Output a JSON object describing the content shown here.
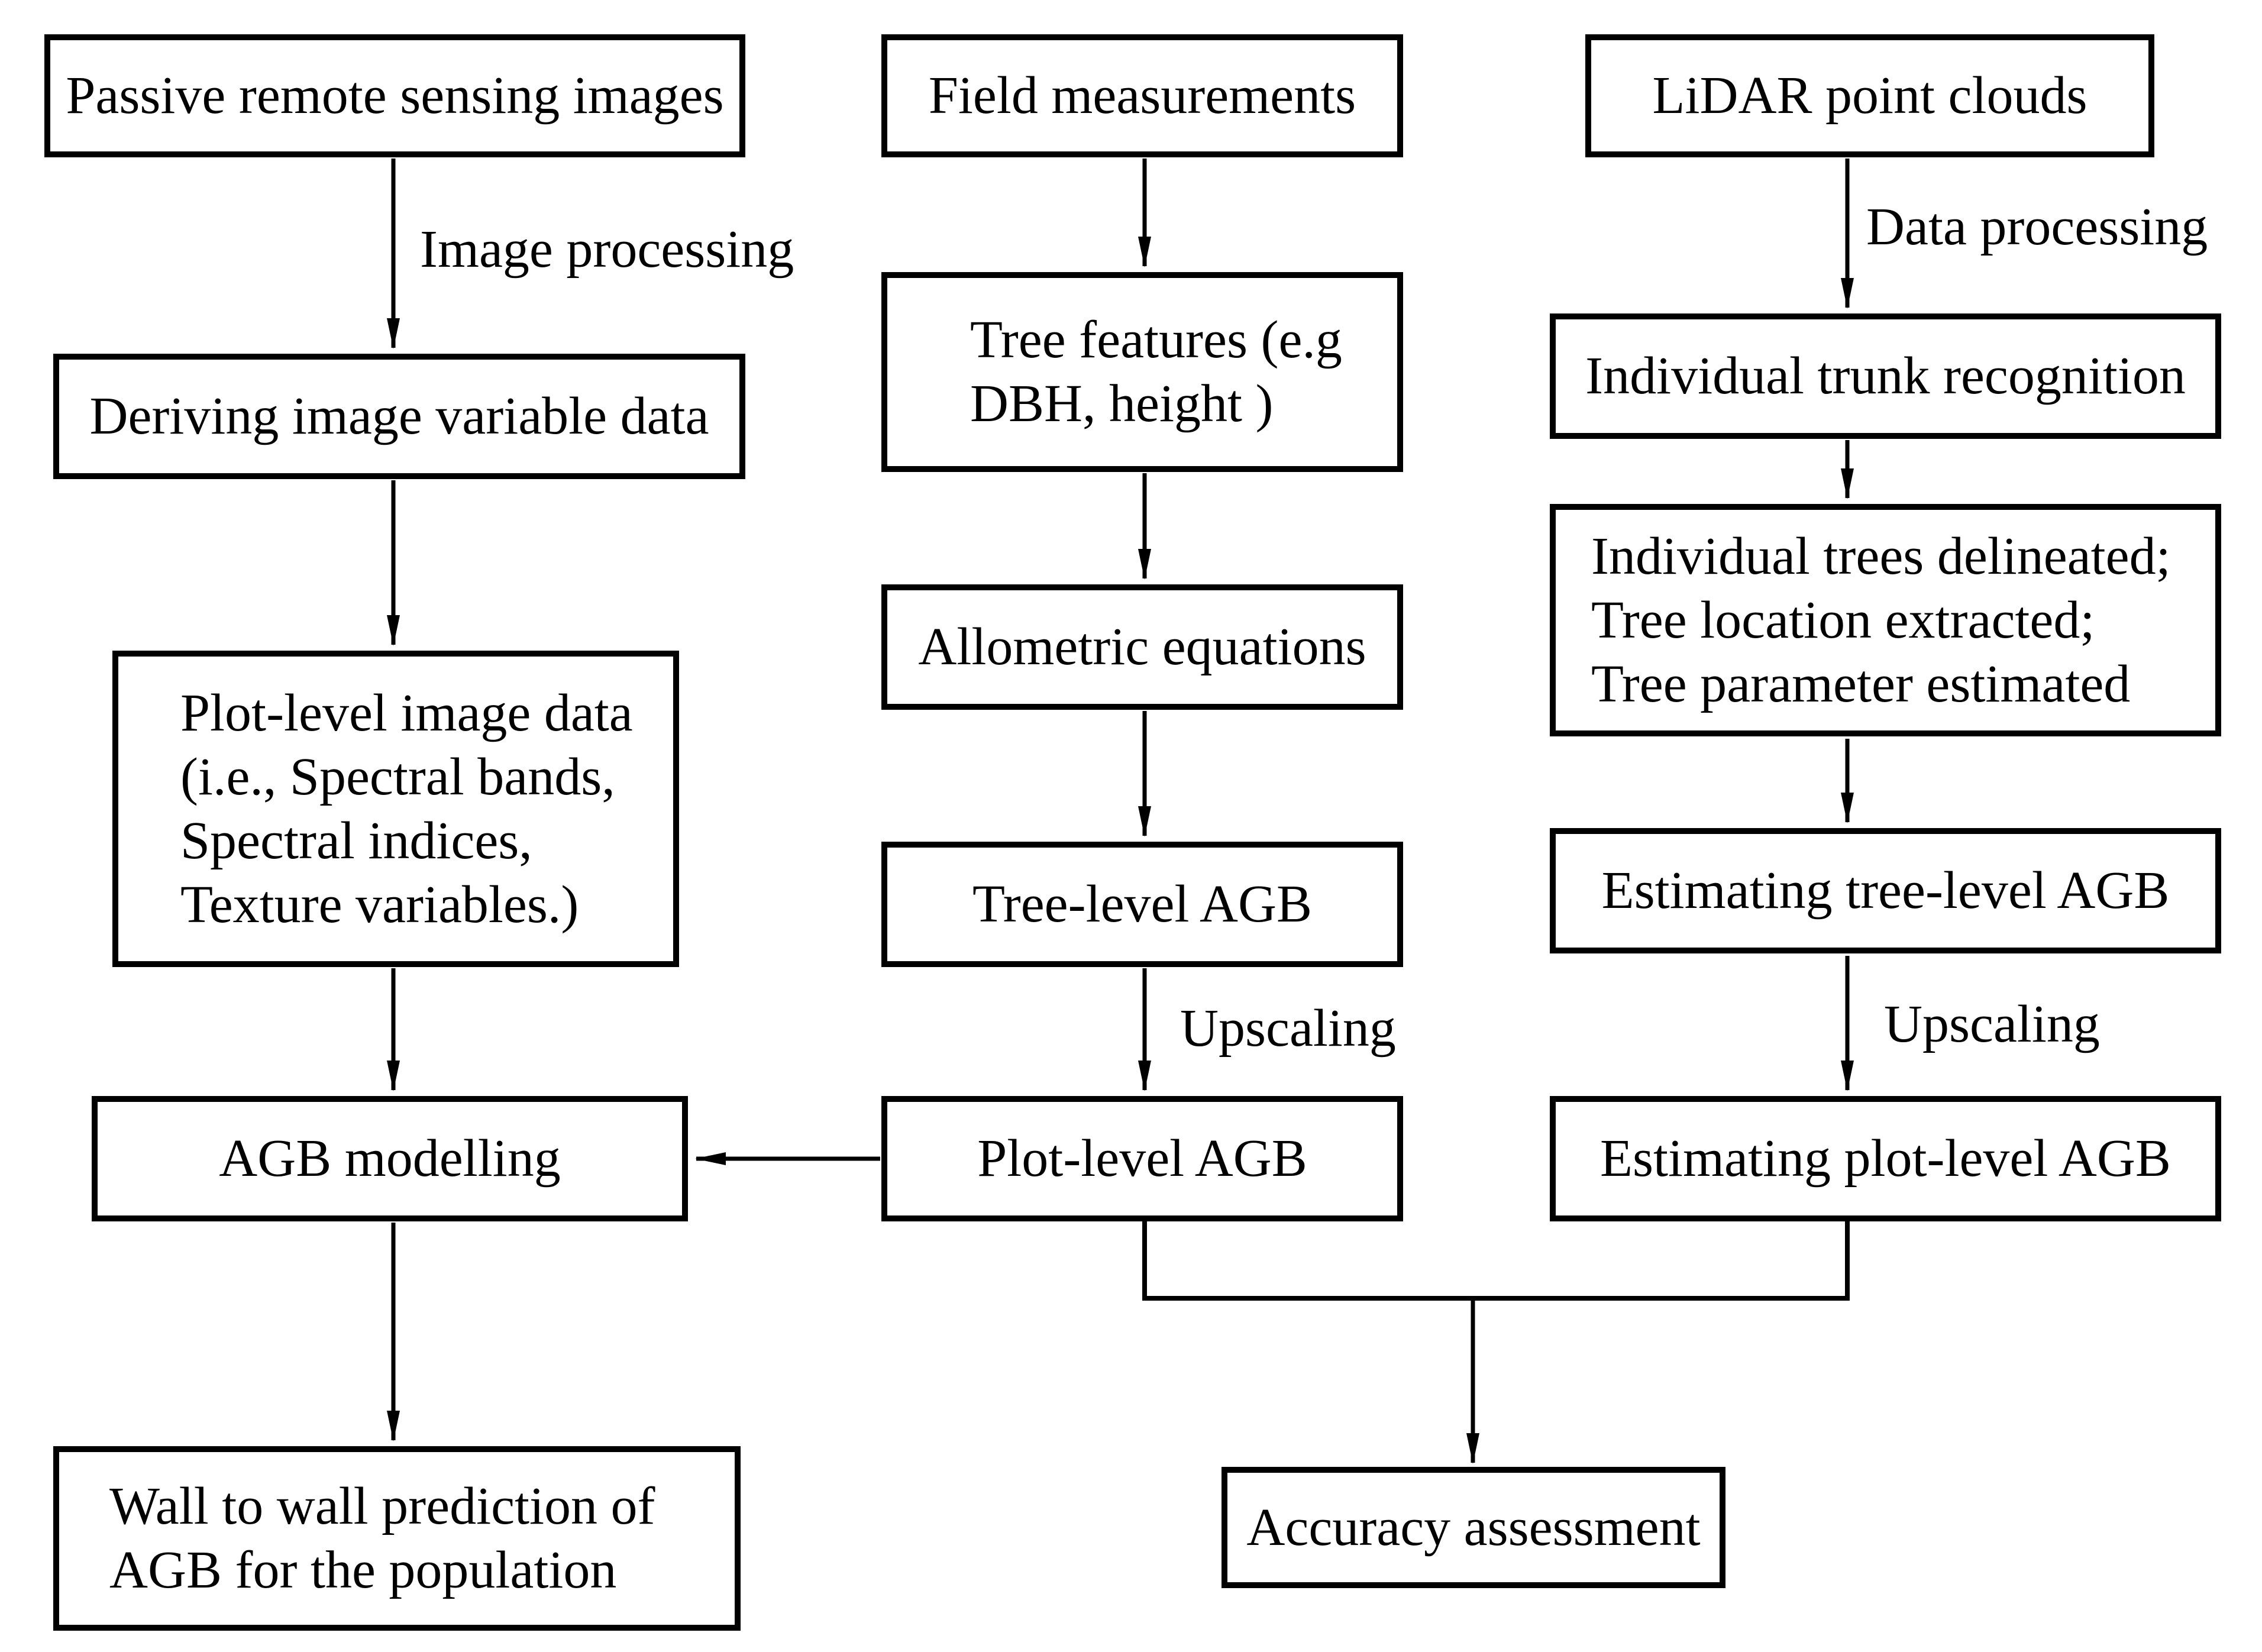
{
  "colors": {
    "background": "#ffffff",
    "line": "#000000",
    "text": "#000000"
  },
  "nodes": {
    "passive_remote_sensing": {
      "label": "Passive remote sensing images"
    },
    "deriving_image_variable_data": {
      "label": "Deriving image variable data"
    },
    "plot_level_image_data": {
      "lines": [
        "Plot-level image data",
        "(i.e., Spectral bands,",
        "Spectral indices,",
        "Texture variables.)"
      ]
    },
    "agb_modelling": {
      "label": "AGB modelling"
    },
    "wall_to_wall_prediction": {
      "lines": [
        "Wall to wall prediction of",
        "AGB for the population"
      ]
    },
    "field_measurements": {
      "label": "Field measurements"
    },
    "tree_features": {
      "lines": [
        "Tree features (e.g",
        "DBH, height )"
      ]
    },
    "allometric_equations": {
      "label": "Allometric equations"
    },
    "tree_level_agb": {
      "label": "Tree-level AGB"
    },
    "plot_level_agb": {
      "label": "Plot-level AGB"
    },
    "lidar_point_clouds": {
      "label": "LiDAR point clouds"
    },
    "individual_trunk_recognition": {
      "label": "Individual trunk recognition"
    },
    "individual_trees_delineated": {
      "lines": [
        "Individual trees delineated;",
        "Tree location extracted;",
        "Tree parameter estimated"
      ]
    },
    "estimating_tree_level_agb": {
      "label": "Estimating tree-level AGB"
    },
    "estimating_plot_level_agb": {
      "label": "Estimating plot-level AGB"
    },
    "accuracy_assessment": {
      "label": "Accuracy assessment"
    }
  },
  "edge_labels": {
    "image_processing": "Image processing",
    "data_processing": "Data processing",
    "upscaling_field": "Upscaling",
    "upscaling_lidar": "Upscaling"
  }
}
